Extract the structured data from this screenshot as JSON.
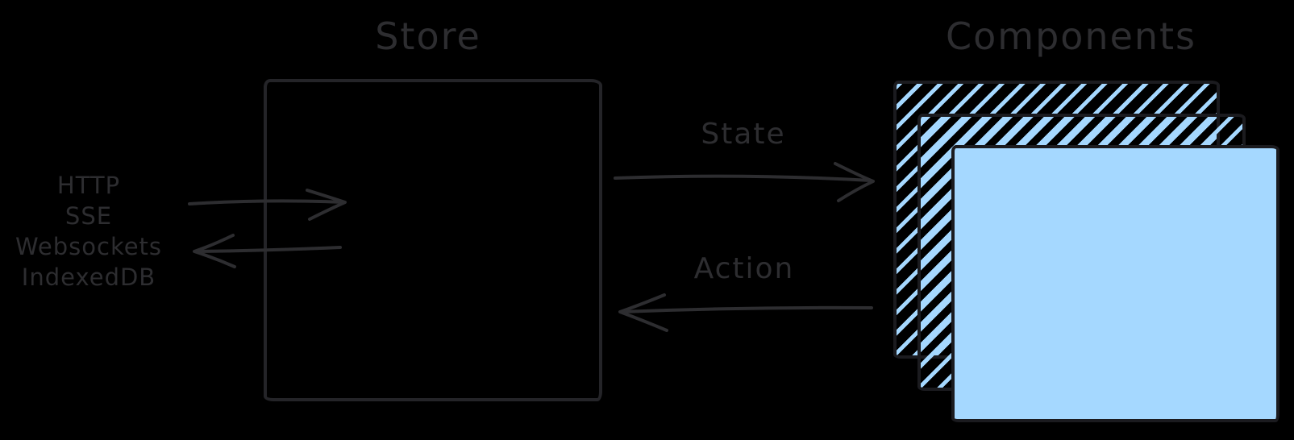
{
  "diagram": {
    "background": "#000000",
    "stroke_color": "#2d2d30",
    "accent_blue": "#a5d8ff"
  },
  "store": {
    "title": "Store"
  },
  "components": {
    "title": "Components",
    "layers_visible": 3
  },
  "transports": {
    "items": [
      "HTTP",
      "SSE",
      "Websockets",
      "IndexedDB"
    ]
  },
  "arrows": {
    "state_label": "State",
    "action_label": "Action"
  }
}
